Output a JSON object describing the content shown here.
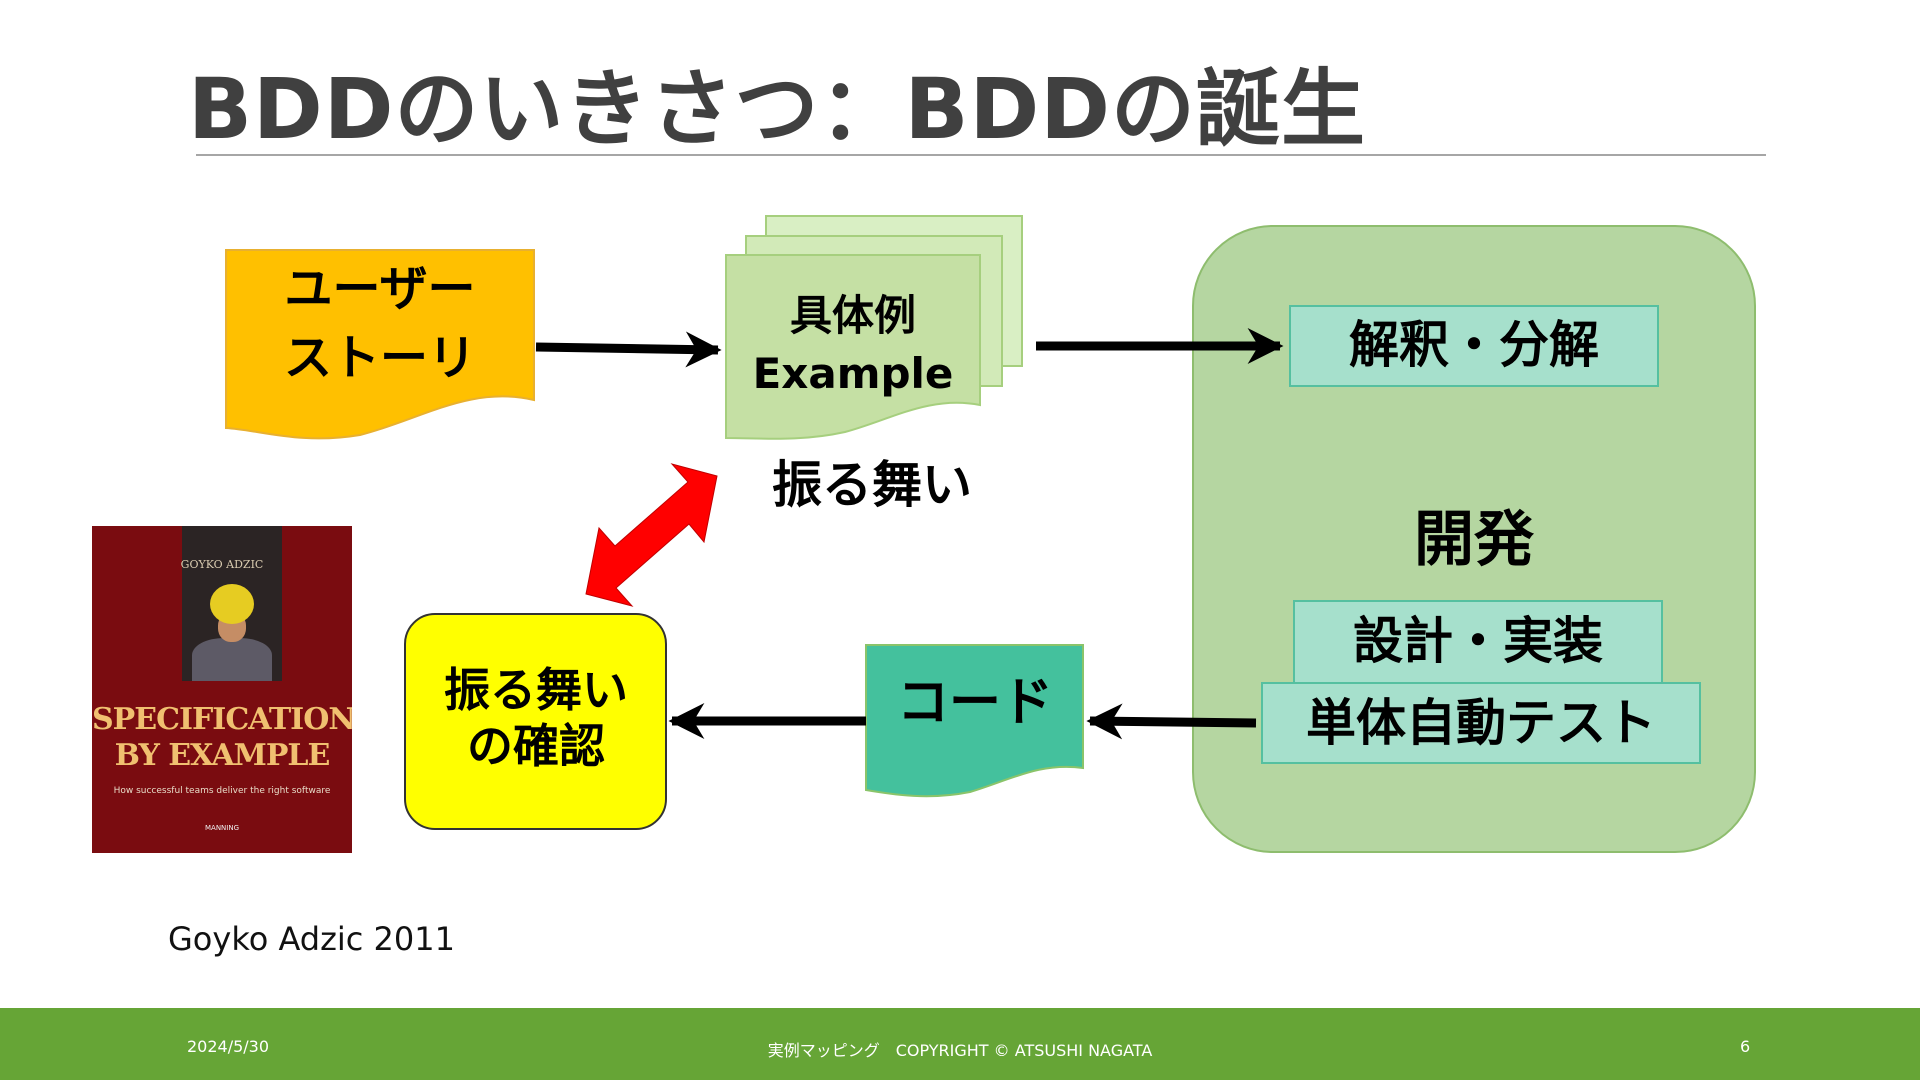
{
  "slide": {
    "title": "BDDのいきさつ：BDDの誕生",
    "caption": "Goyko Adzic 2011"
  },
  "diagram": {
    "user_story": [
      "ユーザー",
      "ストーリ"
    ],
    "examples": [
      "具体例",
      "Example"
    ],
    "behavior": "振る舞い",
    "development": "開発",
    "interpret": "解釈・分解",
    "design": "設計・実装",
    "unit_test": "単体自動テスト",
    "code": "コード",
    "verify": [
      "振る舞い",
      "の確認"
    ]
  },
  "book": {
    "author": "GOYKO ADZIC",
    "title_line1": "SPECIFICATION",
    "title_line2": "BY EXAMPLE",
    "subtitle": "How successful teams deliver the right software",
    "publisher": "MANNING"
  },
  "footer": {
    "date": "2024/5/30",
    "center": "実例マッピング　COPYRIGHT © ATSUSHI NAGATA",
    "page": "6"
  },
  "colors": {
    "user_story_fill": "#ffc000",
    "example_fill": "#c5e0a4",
    "dev_fill": "#b3d4a0",
    "box_fill": "#a6e0cc",
    "code_fill": "#44c19d",
    "verify_fill": "#ffff00",
    "arrow_red": "#ff0000",
    "footer_bg": "#66a536"
  }
}
